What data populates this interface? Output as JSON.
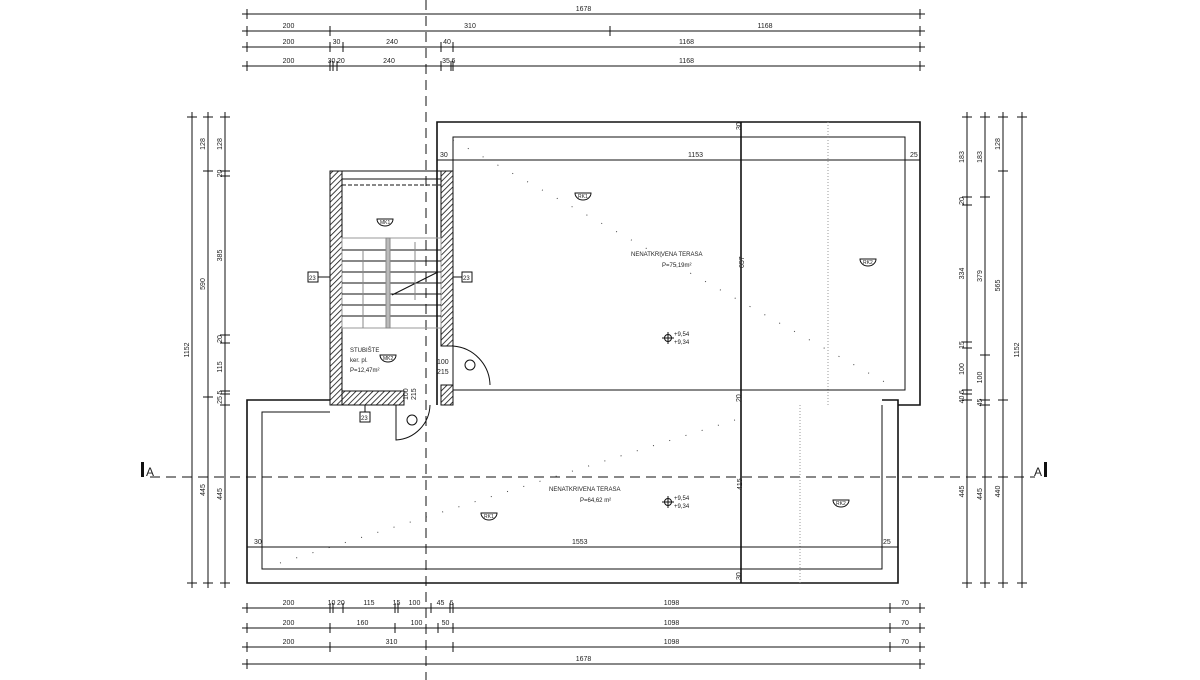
{
  "dims": {
    "top": [
      [
        "1678"
      ],
      [
        "200",
        "310",
        "1168"
      ],
      [
        "200",
        "30",
        "240",
        "40",
        "1168"
      ],
      [
        "200",
        "30",
        "20",
        "240",
        "35",
        "6",
        "1168"
      ]
    ],
    "bottom": [
      [
        "200",
        "10",
        "20",
        "115",
        "15",
        "100",
        "45",
        "6",
        "1098",
        "70"
      ],
      [
        "200",
        "160",
        "100",
        "50",
        "1098",
        "70"
      ],
      [
        "200",
        "310",
        "1098",
        "70"
      ],
      [
        "1678"
      ]
    ],
    "left": [
      [
        "1152"
      ],
      [
        "128",
        "590",
        "445"
      ],
      [
        "128",
        "20",
        "385",
        "20",
        "115",
        "5",
        "25",
        "445"
      ]
    ],
    "right": [
      [
        "183",
        "20",
        "334",
        "15",
        "100",
        "6",
        "40",
        "445"
      ],
      [
        "183",
        "379",
        "100",
        "45",
        "445"
      ],
      [
        "128",
        "565",
        "440"
      ],
      [
        "1152"
      ]
    ],
    "inner": {
      "upper_width": "1153",
      "lower_width": "1553",
      "upper_height": "657",
      "lower_height": "415",
      "wall_30a": "30",
      "wall_30b": "30",
      "wall_30c": "30",
      "wall_30d": "30",
      "wall_25a": "25",
      "wall_25b": "25",
      "wall_20": "20"
    }
  },
  "rooms": {
    "upper_terrace": {
      "name": "NENATKRIVENA TERASA",
      "area": "P=75,19m²"
    },
    "lower_terrace": {
      "name": "NENATKRIVENA TERASA",
      "area": "P=64,62 m²"
    },
    "stair": {
      "name": "STUBIŠTE",
      "floor": "ker. pl.",
      "area": "P=12,47m²"
    }
  },
  "levels": {
    "upper": {
      "top": "+9,54",
      "bottom": "+9,34"
    },
    "lower": {
      "top": "+9,54",
      "bottom": "+9,34"
    }
  },
  "tags": {
    "rk1_upper": "RK1",
    "rk2_upper": "RK2",
    "rk1_lower": "RK1",
    "rk2_lower": "RK2",
    "stair_tag": "MK1",
    "stair_landing_tag": "MK2",
    "win_left": "23",
    "win_right": "23",
    "win_bottom": "23"
  },
  "doors": {
    "right": {
      "width": "100",
      "height": "215"
    },
    "bottom": {
      "width": "100",
      "height": "215"
    }
  },
  "section": {
    "left": "A",
    "right": "A"
  }
}
